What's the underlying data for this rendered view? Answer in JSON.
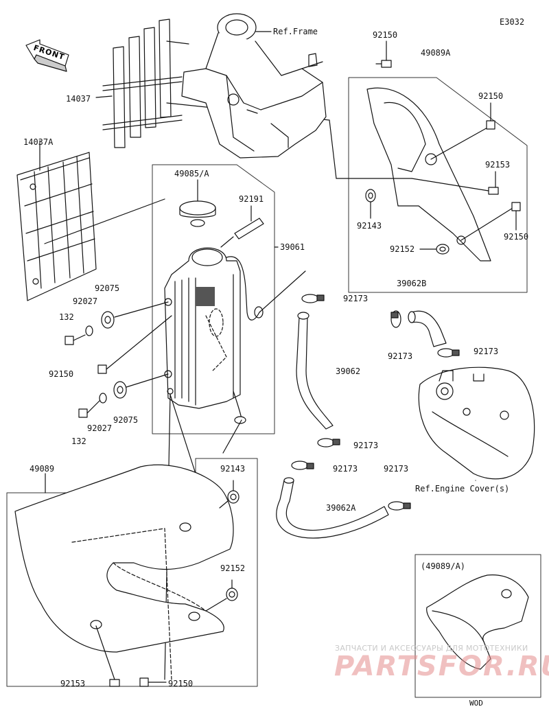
{
  "diagram_code": "E3032",
  "front_label": "FRONT",
  "ref_labels": {
    "frame": "Ref.Frame",
    "engine_cover": "Ref.Engine Cover(s)"
  },
  "parts": {
    "p14037": "14037",
    "p14037A": "14037A",
    "p92150_a": "92150",
    "p49089A": "49089A",
    "p92150_b": "92150",
    "p92153_a": "92153",
    "p92143_a": "92143",
    "p92150_c": "92150",
    "p92152_a": "92152",
    "p49085A": "49085/A",
    "p92191": "92191",
    "p39061": "39061",
    "p92075_a": "92075",
    "p92027_a": "92027",
    "p132_a": "132",
    "p92150_d": "92150",
    "p132_b": "132",
    "p92027_b": "92027",
    "p92075_b": "92075",
    "p92173_a": "92173",
    "p39062B": "39062B",
    "p92173_b": "92173",
    "p92173_c": "92173",
    "p39062": "39062",
    "p92173_d": "92173",
    "p92173_e": "92173",
    "p92173_f": "92173",
    "p39062A": "39062A",
    "p49089": "49089",
    "p92143_b": "92143",
    "p92152_b": "92152",
    "p92153_b": "92153",
    "p92150_e": "92150"
  },
  "inset": {
    "title": "(49089/A)",
    "footer": "WOD"
  },
  "watermark": {
    "line1": "ЗАПЧАСТИ И АКСЕССУАРЫ ДЛЯ МОТОТЕХНИКИ",
    "line2": "PARTSFOR.RU"
  }
}
